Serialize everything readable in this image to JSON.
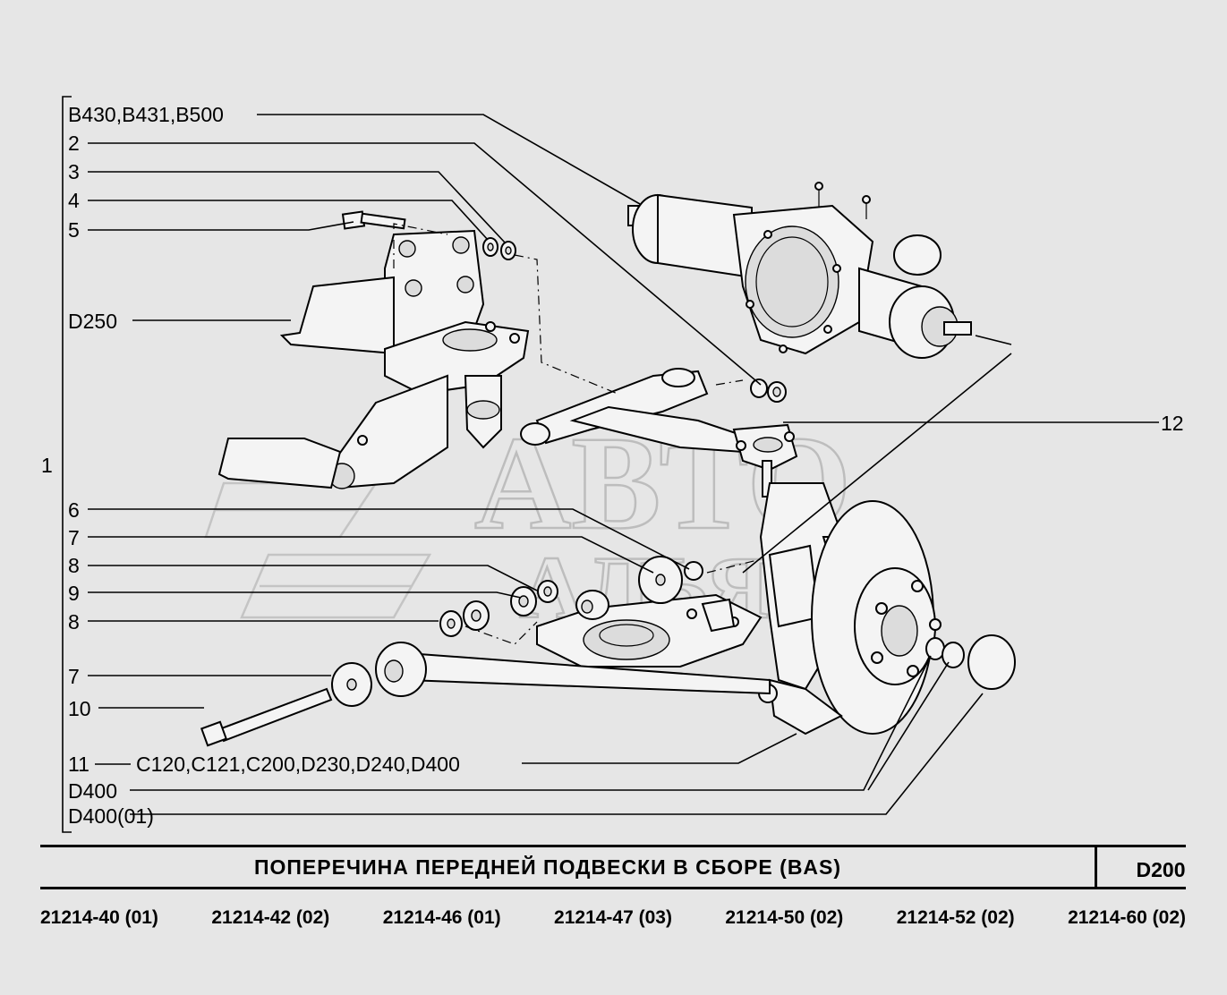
{
  "callouts": {
    "assembly": "1",
    "c_b430": "B430,B431,B500",
    "c2": "2",
    "c3": "3",
    "c4": "4",
    "c5": "5",
    "c_d250": "D250",
    "c6": "6",
    "c7a": "7",
    "c8a": "8",
    "c9": "9",
    "c8b": "8",
    "c7b": "7",
    "c10": "10",
    "c11": "11",
    "c11_refs": "C120,C121,C200,D230,D240,D400",
    "c_d400": "D400",
    "c_d400_01": "D400(01)",
    "c12": "12"
  },
  "watermark": {
    "line1": "АВТО",
    "line2": "АЛЬЯНС"
  },
  "title_block": {
    "title": "ПОПЕРЕЧИНА  ПЕРЕДНЕЙ  ПОДВЕСКИ  В  СБОРЕ  (BAS)",
    "code": "D200"
  },
  "models": [
    "21214-40 (01)",
    "21214-42 (02)",
    "21214-46 (01)",
    "21214-47 (03)",
    "21214-50 (02)",
    "21214-52 (02)",
    "21214-60 (02)"
  ]
}
